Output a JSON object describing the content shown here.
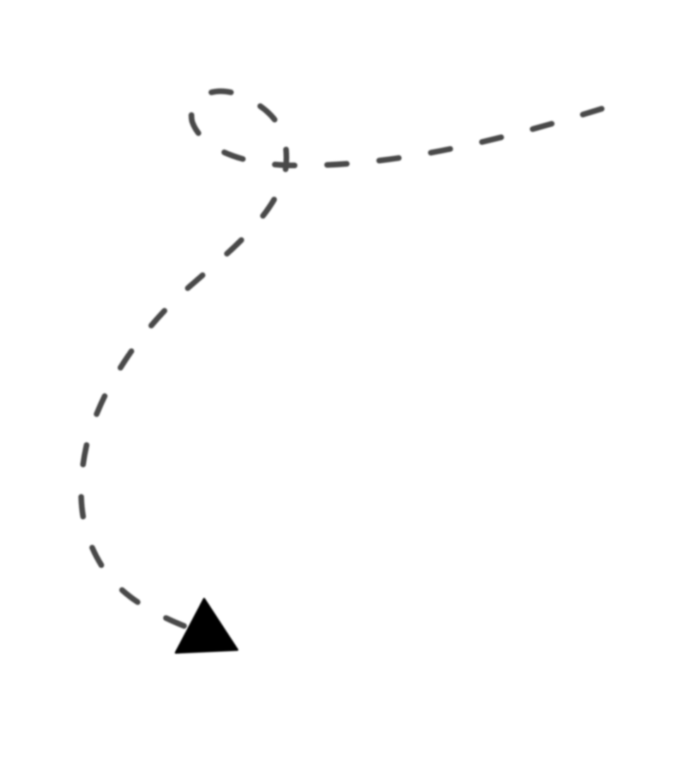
{
  "diagram": {
    "elements": [
      {
        "kind": "dashed-path",
        "icon": "looping-dashed-arrow-path",
        "stroke_color": "#4a4a4a"
      },
      {
        "kind": "arrowhead",
        "icon": "triangle-arrowhead-icon",
        "fill_color": "#000000"
      }
    ],
    "colors": {
      "background": "#ffffff",
      "path": "#4a4a4a",
      "arrowhead": "#000000"
    }
  }
}
